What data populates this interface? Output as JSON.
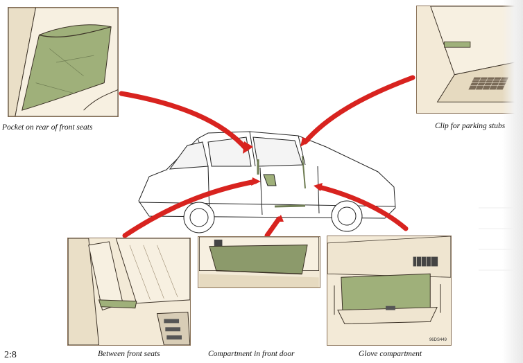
{
  "captions": {
    "rear_pocket": "Pocket on rear of front seats",
    "parking_clip": "Clip for parking stubs",
    "between_seats": "Between front seats",
    "front_door": "Compartment in front door",
    "glove": "Glove compartment"
  },
  "page_number": "2:8",
  "figure_code": "96DS449",
  "colors": {
    "panel_bg": "#f3ead7",
    "pocket_green": "#9fb07a",
    "arrow_red": "#d8231f",
    "line": "#3a3025"
  }
}
